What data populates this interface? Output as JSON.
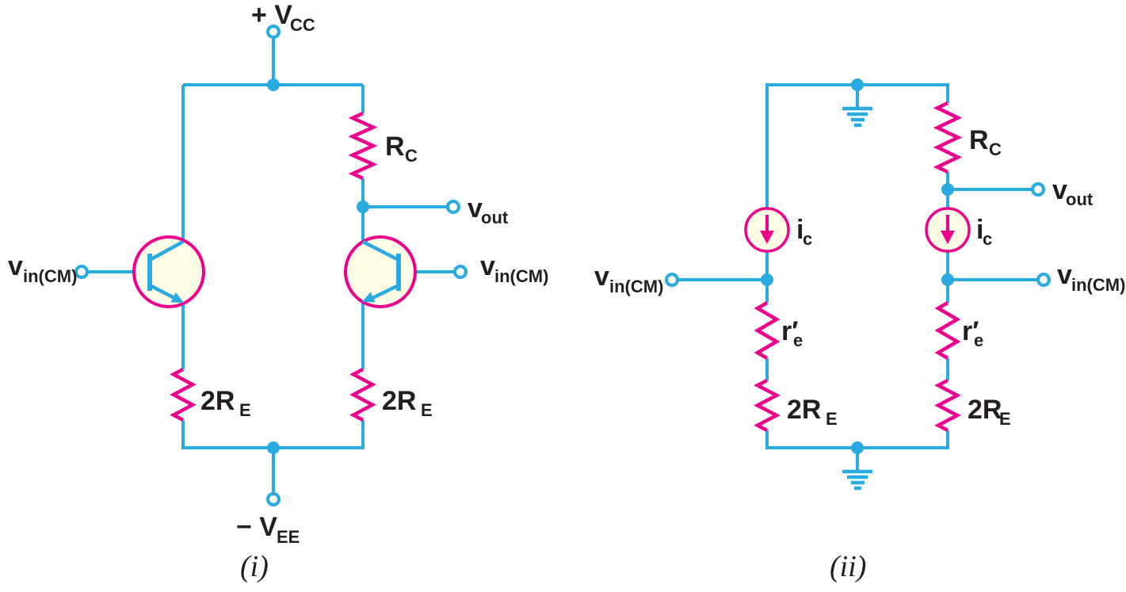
{
  "colors": {
    "wire": "#29ABE2",
    "component": "#EC008C",
    "component_fill": "#FCFBE4",
    "text": "#231F20",
    "background": "#FFFFFF"
  },
  "figure1": {
    "caption": "(i)",
    "labels": {
      "vcc": {
        "main": "+ V",
        "sub": "CC"
      },
      "rc": {
        "main": "R",
        "sub": "C"
      },
      "vout": {
        "main": "v",
        "sub": "out"
      },
      "vin_left": {
        "main": "v",
        "sub": "in(CM)"
      },
      "vin_right": {
        "main": "v",
        "sub": "in(CM)"
      },
      "re_left": {
        "main": "2R",
        "sub": "E"
      },
      "re_right": {
        "main": "2R",
        "sub": "E"
      },
      "vee": {
        "main": "− V",
        "sub": "EE"
      }
    }
  },
  "figure2": {
    "caption": "(ii)",
    "labels": {
      "rc": {
        "main": "R",
        "sub": "C"
      },
      "vout": {
        "main": "v",
        "sub": "out"
      },
      "ic_left": {
        "main": "i",
        "sub": "c"
      },
      "ic_right": {
        "main": "i",
        "sub": "c"
      },
      "vin_left": {
        "main": "v",
        "sub": "in(CM)"
      },
      "vin_right": {
        "main": "v",
        "sub": "in(CM)"
      },
      "re_prime_left": {
        "main": "r′",
        "sub": "e"
      },
      "re_prime_right": {
        "main": "r′",
        "sub": "e"
      },
      "re2_left": {
        "main": "2R",
        "sub": "E"
      },
      "re2_right": {
        "main": "2R",
        "sub": "E"
      }
    }
  }
}
